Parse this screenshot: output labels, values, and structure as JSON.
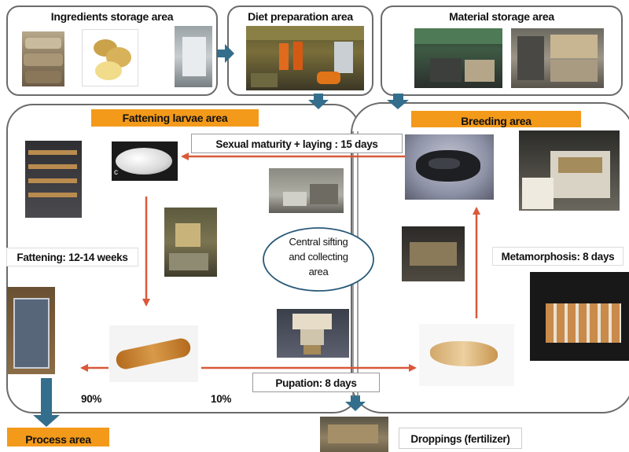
{
  "areas": {
    "ingredients": "Ingredients storage area",
    "diet": "Diet preparation area",
    "material": "Material storage area",
    "fattening": "Fattening larvae area",
    "breeding": "Breeding area",
    "process": "Process area"
  },
  "center": {
    "line1": "Central sifting",
    "line2": "and collecting",
    "line3": "area"
  },
  "labels": {
    "sexual_maturity": "Sexual maturity + laying  : 15 days",
    "fattening": "Fattening: 12-14 weeks",
    "metamorphosis": "Metamorphosis: 8 days",
    "pupation": "Pupation: 8 days",
    "droppings": "Droppings (fertilizer)",
    "pct_90": "90%",
    "pct_10": "10%",
    "egg_letter": "c"
  },
  "colors": {
    "arrow_red": "#d9593a",
    "arrow_blue": "#336e8c",
    "banner_orange": "#f39a1b",
    "ellipse_border": "#2a5a7a"
  },
  "icons": [
    "feed-sacks-photo",
    "potatoes-photo",
    "storage-bags-photo",
    "diet-prep-photo",
    "warehouse-photo",
    "crates-photo",
    "egg-photo",
    "beetle-photo",
    "larva-photo",
    "pupa-photo",
    "droppings-photo"
  ]
}
